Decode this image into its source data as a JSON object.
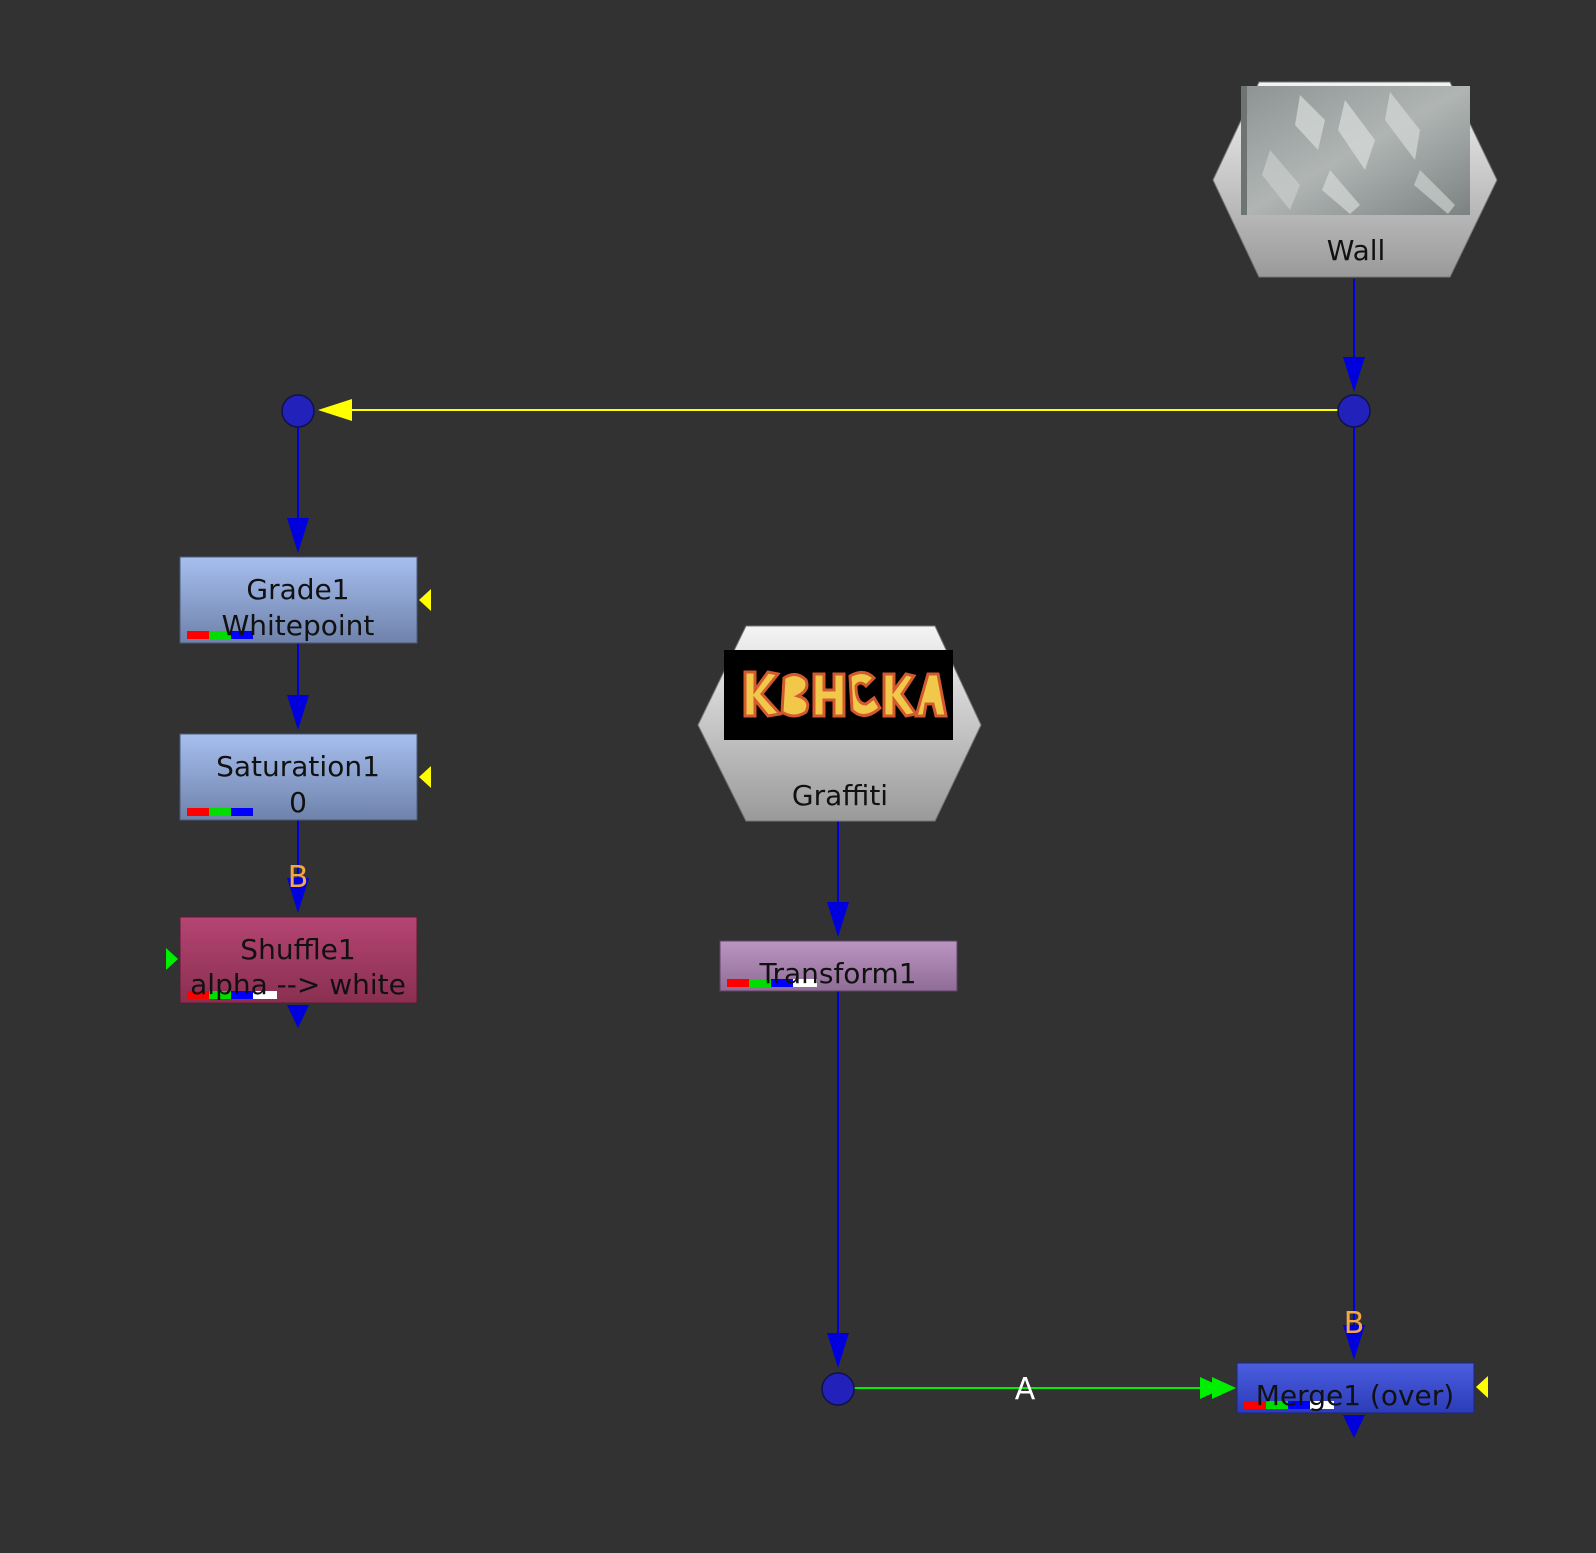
{
  "colors": {
    "background": "#323232",
    "pipe_main": "#0000dd",
    "pipe_mask": "#ffff00",
    "pipe_a": "#00ee00",
    "dot": "#2222bb",
    "grade_node": "#8ea6d8",
    "saturation_node": "#8ea6d8",
    "shuffle_node": "#a83b62",
    "transform_node": "#a885ae",
    "merge_node": "#3b4fd8",
    "read_node": "#c8c8c8"
  },
  "nodes": {
    "wall": {
      "label": "Wall",
      "thumbnail_icon": "concrete-wall-thumbnail"
    },
    "graffiti": {
      "label": "Graffiti",
      "thumbnail_icon": "graffiti-thumbnail"
    },
    "grade": {
      "label": "Grade1",
      "sublabel": "Whitepoint"
    },
    "saturation": {
      "label": "Saturation1",
      "sublabel": "0"
    },
    "shuffle": {
      "label": "Shuffle1",
      "sublabel": "alpha --> white"
    },
    "transform": {
      "label": "Transform1"
    },
    "merge": {
      "label": "Merge1 (over)"
    }
  },
  "inputs": {
    "shuffle_b": "B",
    "merge_b": "B",
    "merge_a": "A"
  }
}
